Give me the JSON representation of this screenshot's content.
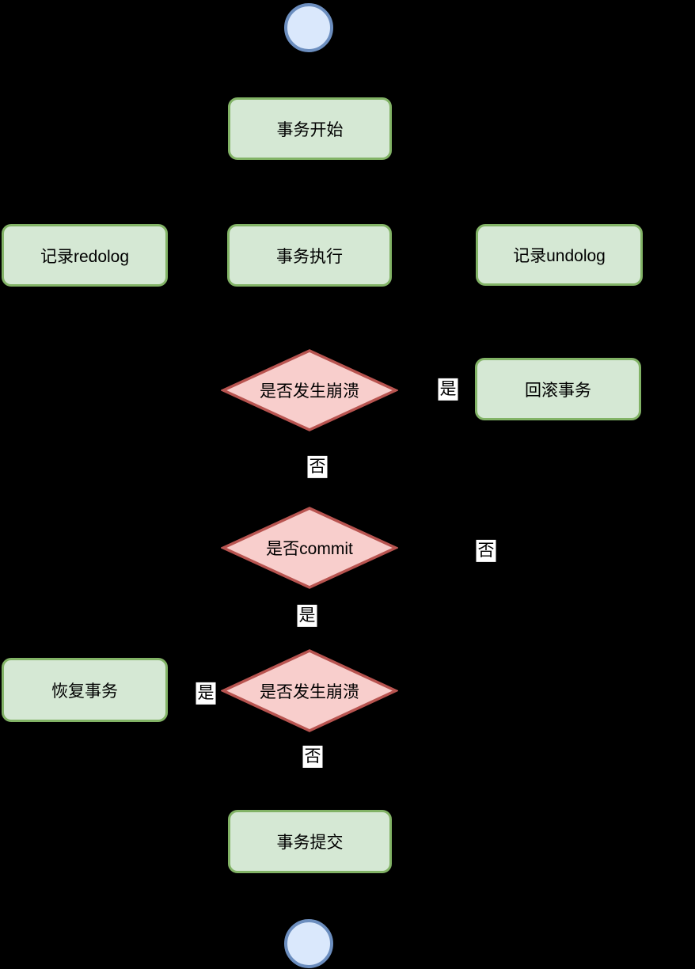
{
  "diagram": {
    "type": "flowchart",
    "background": "#000000",
    "palette": {
      "process_fill": "#d5e8d4",
      "process_border": "#82b366",
      "decision_fill": "#f8cecc",
      "decision_border": "#b85450",
      "terminal_fill": "#dae8fc",
      "terminal_border": "#6c8ebf",
      "edge_color": "#000000",
      "edge_label_bg": "#ffffff",
      "text_color": "#000000"
    },
    "nodes": {
      "start": {
        "type": "terminal-circle",
        "label": ""
      },
      "begin": {
        "type": "process",
        "label": "事务开始"
      },
      "redolog": {
        "type": "process",
        "label": "记录redolog"
      },
      "exec": {
        "type": "process",
        "label": "事务执行"
      },
      "undolog": {
        "type": "process",
        "label": "记录undolog"
      },
      "crash1": {
        "type": "decision",
        "label": "是否发生崩溃"
      },
      "rollback": {
        "type": "process",
        "label": "回滚事务"
      },
      "commitq": {
        "type": "decision",
        "label": "是否commit"
      },
      "crash2": {
        "type": "decision",
        "label": "是否发生崩溃"
      },
      "recover": {
        "type": "process",
        "label": "恢复事务"
      },
      "commit": {
        "type": "process",
        "label": "事务提交"
      },
      "end": {
        "type": "terminal-circle",
        "label": ""
      }
    },
    "edge_labels": {
      "crash1_yes": "是",
      "crash1_no": "否",
      "commit_no": "否",
      "commit_yes": "是",
      "crash2_yes": "是",
      "crash2_no": "否"
    }
  }
}
